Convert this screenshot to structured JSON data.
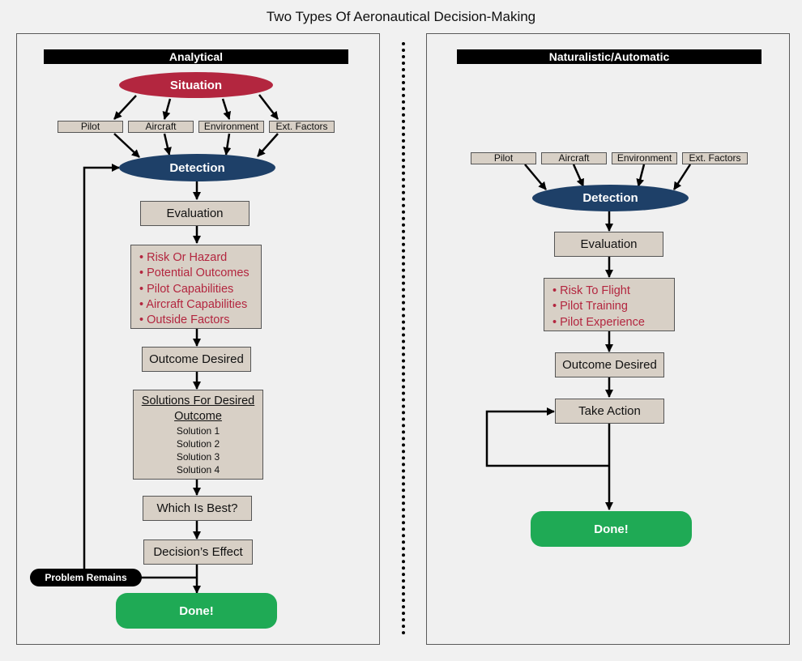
{
  "title": "Two Types Of Aeronautical Decision-Making",
  "analytical": {
    "header": "Analytical",
    "situation": "Situation",
    "factors": [
      "Pilot",
      "Aircraft",
      "Environment",
      "Ext. Factors"
    ],
    "detection": "Detection",
    "evaluation": "Evaluation",
    "considerations": [
      "Risk Or Hazard",
      "Potential Outcomes",
      "Pilot Capabilities",
      "Aircraft Capabilities",
      "Outside Factors"
    ],
    "outcome_desired": "Outcome Desired",
    "solutions_heading_line1": "Solutions For Desired",
    "solutions_heading_line2": "Outcome",
    "solutions": [
      "Solution 1",
      "Solution 2",
      "Solution 3",
      "Solution 4"
    ],
    "which_is_best": "Which Is Best?",
    "decisions_effect": "Decision’s Effect",
    "problem_remains": "Problem Remains",
    "done": "Done!"
  },
  "naturalistic": {
    "header": "Naturalistic/Automatic",
    "factors": [
      "Pilot",
      "Aircraft",
      "Environment",
      "Ext. Factors"
    ],
    "detection": "Detection",
    "evaluation": "Evaluation",
    "considerations": [
      "Risk To Flight",
      "Pilot Training",
      "Pilot Experience"
    ],
    "outcome_desired": "Outcome Desired",
    "take_action": "Take Action",
    "done": "Done!"
  },
  "colors": {
    "situation": "#b3263f",
    "detection": "#1e4068",
    "done": "#1faa55",
    "box_fill": "#d8d0c6",
    "consideration_text": "#b3263f"
  }
}
